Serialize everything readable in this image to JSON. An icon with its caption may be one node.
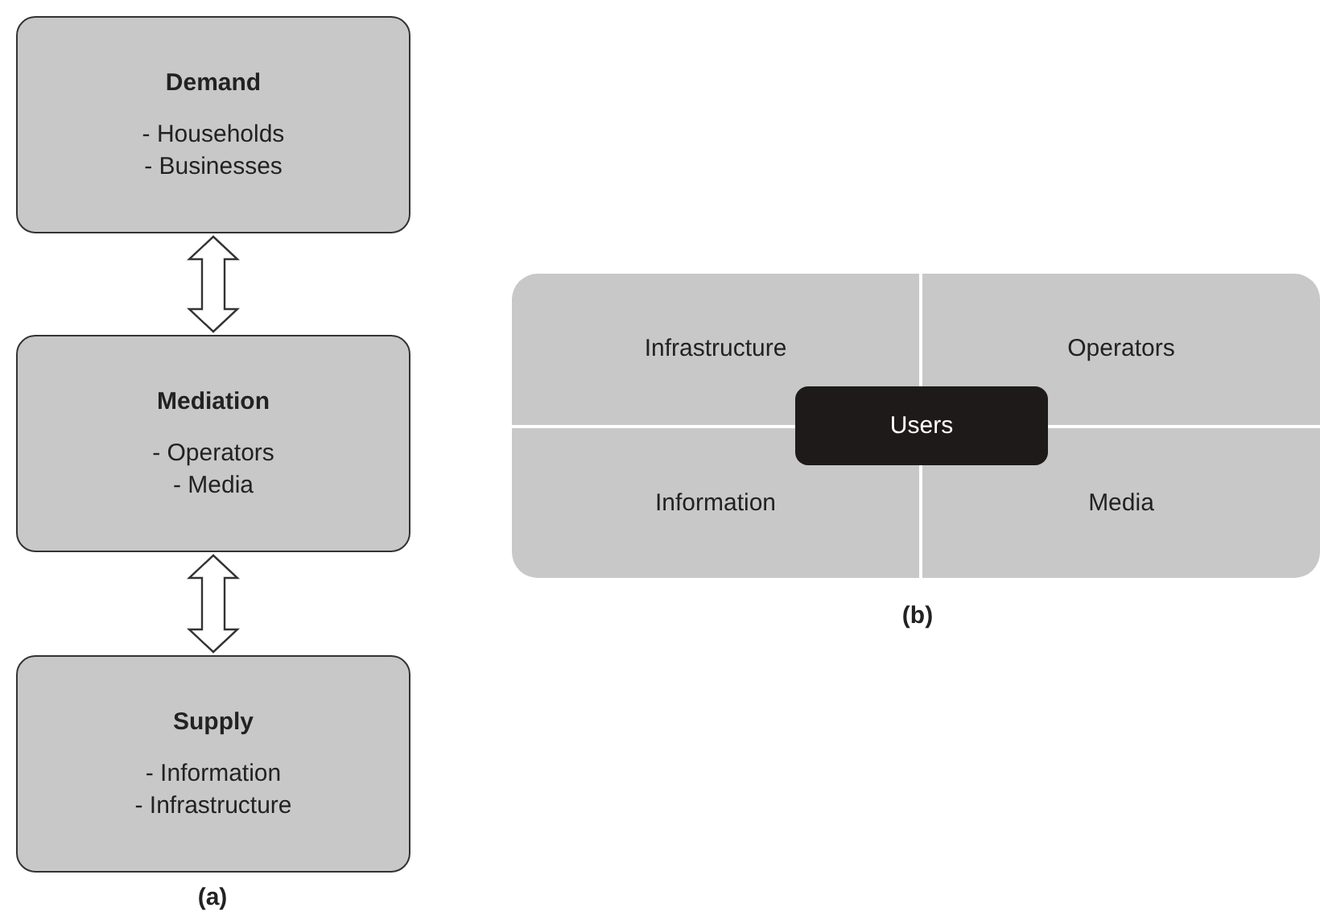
{
  "diagram": {
    "nodes": [
      {
        "text": [
          "Demand",
          "- Households",
          "- Businesses"
        ]
      },
      {
        "text": [
          "Mediation",
          "- Operators",
          "- Media"
        ]
      },
      {
        "text": [
          "Supply",
          "- Information",
          "- Infrastructure"
        ]
      },
      {
        "text": [],
        "shape": "box"
      },
      {
        "text": [
          "Infrastructure"
        ],
        "in": 3
      },
      {
        "text": [
          "Operators"
        ],
        "in": 3
      },
      {
        "text": [
          "Information"
        ],
        "in": 3
      },
      {
        "text": [
          "Media"
        ],
        "in": 3
      },
      {
        "text": [
          "Users"
        ],
        "in": 3
      }
    ],
    "edges": [
      {
        "from": 0,
        "to": 1,
        "arrow": "both"
      },
      {
        "from": 1,
        "to": 2,
        "arrow": "both"
      }
    ],
    "labels": [
      "(a)",
      "(b)"
    ]
  }
}
